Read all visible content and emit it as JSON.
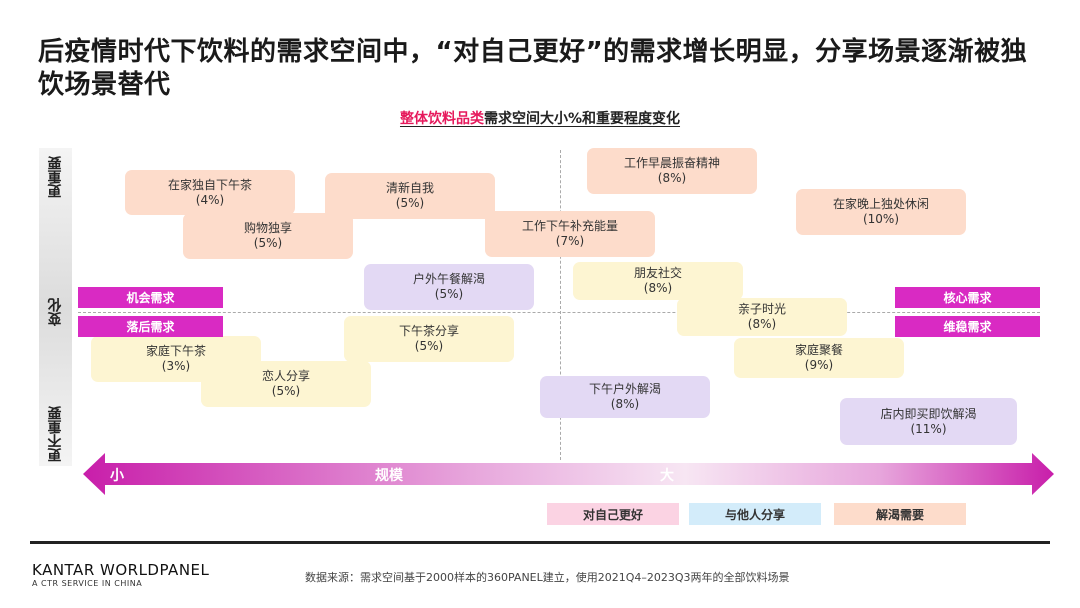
{
  "title": "后疫情时代下饮料的需求空间中，“对自己更好”的需求增长明显，分享场景逐渐被独饮场景替代",
  "chart_data": {
    "type": "scatter",
    "title_highlight": "整体饮料品类",
    "title_rest": "需求空间大小%和重要程度变化",
    "y_axis": {
      "top": "更重要",
      "middle": "变化",
      "bottom": "更不重要"
    },
    "x_axis": {
      "left": "小",
      "middle": "规模",
      "right": "大"
    },
    "quadrant_tags": [
      {
        "id": "tl",
        "label": "机会需求"
      },
      {
        "id": "bl",
        "label": "落后需求"
      },
      {
        "id": "tr",
        "label": "核心需求"
      },
      {
        "id": "br",
        "label": "维稳需求"
      }
    ],
    "legend": [
      {
        "label": "对自己更好",
        "color": "#fbd3e3"
      },
      {
        "label": "与他人分享",
        "color": "#d3ecfa"
      },
      {
        "label": "解渴需要",
        "color": "#fddccb"
      }
    ],
    "points": [
      {
        "name": "在家独自下午茶",
        "value": "(4%)",
        "color": "#fddccb"
      },
      {
        "name": "购物独享",
        "value": "(5%)",
        "color": "#fddccb"
      },
      {
        "name": "清新自我",
        "value": "(5%)",
        "color": "#fddccb"
      },
      {
        "name": "工作早晨振奋精神",
        "value": "(8%)",
        "color": "#fddccb"
      },
      {
        "name": "工作下午补充能量",
        "value": "(7%)",
        "color": "#fddccb"
      },
      {
        "name": "在家晚上独处休闲",
        "value": "(10%)",
        "color": "#fddccb"
      },
      {
        "name": "户外午餐解渴",
        "value": "(5%)",
        "color": "#e3d9f4"
      },
      {
        "name": "朋友社交",
        "value": "(8%)",
        "color": "#fdf5d2"
      },
      {
        "name": "亲子时光",
        "value": "(8%)",
        "color": "#fdf5d2"
      },
      {
        "name": "下午茶分享",
        "value": "(5%)",
        "color": "#fdf5d2"
      },
      {
        "name": "家庭下午茶",
        "value": "(3%)",
        "color": "#fdf5d2"
      },
      {
        "name": "恋人分享",
        "value": "(5%)",
        "color": "#fdf5d2"
      },
      {
        "name": "家庭聚餐",
        "value": "(9%)",
        "color": "#fdf5d2"
      },
      {
        "name": "下午户外解渴",
        "value": "(8%)",
        "color": "#e3d9f4"
      },
      {
        "name": "店内即买即饮解渴",
        "value": "(11%)",
        "color": "#e3d9f4"
      }
    ]
  },
  "footer": {
    "brand": "KANTAR WORLDPANEL",
    "brand_sub": "A CTR SERVICE IN CHINA",
    "source": "数据来源：需求空间基于2000样本的360PANEL建立，使用2021Q4–2023Q3两年的全部饮料场景"
  }
}
